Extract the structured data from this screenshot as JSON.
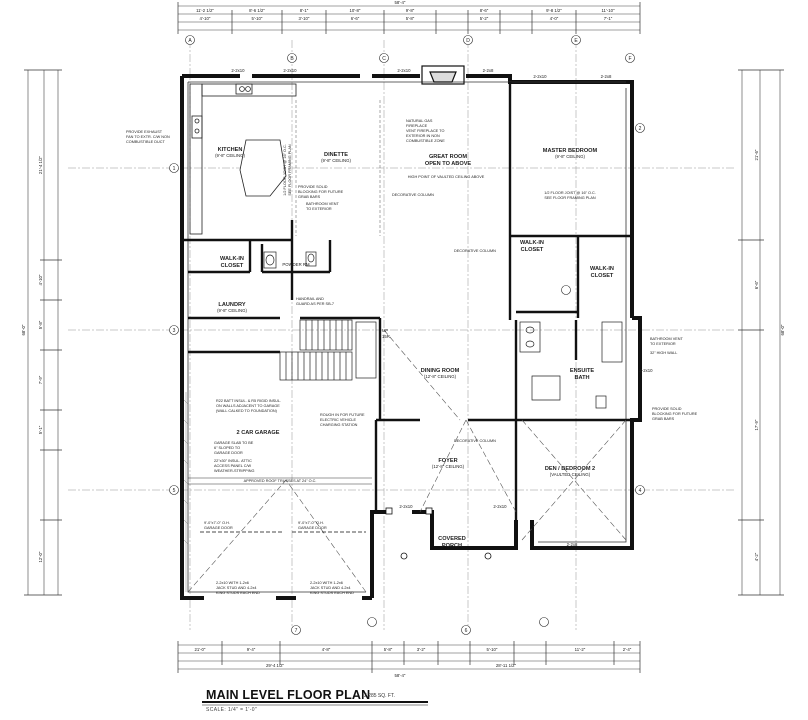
{
  "plan": {
    "title": "MAIN LEVEL FLOOR PLAN",
    "area": "2,285 SQ. FT.",
    "scale": "SCALE: 1/4\" = 1'-0\""
  },
  "rooms": {
    "kitchen": {
      "name": "KITCHEN",
      "ceiling": "(9'-8\" CEILING)"
    },
    "dinette": {
      "name": "DINETTE",
      "ceiling": "(9'-8\" CEILING)"
    },
    "great_room": {
      "name": "GREAT ROOM",
      "ceiling": "OPEN TO ABOVE"
    },
    "master": {
      "name": "MASTER BEDROOM",
      "ceiling": "(9'-8\" CEILING)"
    },
    "walkin_left": {
      "name": "WALK-IN",
      "ceiling": "CLOSET"
    },
    "walkin_mid": {
      "name": "WALK-IN",
      "ceiling": "CLOSET"
    },
    "walkin_right": {
      "name": "WALK-IN",
      "ceiling": "CLOSET"
    },
    "laundry": {
      "name": "LAUNDRY",
      "ceiling": "(9'-8\" CEILING)"
    },
    "garage": {
      "name": "2 CAR GARAGE"
    },
    "dining": {
      "name": "DINING ROOM",
      "ceiling": "(12'-8\" CEILING)"
    },
    "ensuite": {
      "name": "ENSUITE",
      "ceiling": "BATH"
    },
    "den": {
      "name": "DEN / BEDROOM 2",
      "ceiling": "(VAULTED CEILING)"
    },
    "foyer": {
      "name": "FOYER",
      "ceiling": "(12'-8\" CEILING)"
    },
    "porch": {
      "name": "COVERED",
      "ceiling": "PORCH"
    },
    "powder": {
      "name": "POWDER RM"
    }
  },
  "notes": {
    "fireplace": [
      "NATURAL GAS",
      "FIREPLACE",
      "VENT FIREPLACE TO",
      "EXTERIOR IN NON",
      "COMBUSTIBLE ZONE"
    ],
    "exhaust": [
      "PROVIDE EXHAUST",
      "FAN TO EXTR. C/W NON",
      "COMBUSTIBLE DUCT"
    ],
    "floor_joist_kitchen": [
      "1/2 FLOOR JOIST @ 16\" O.C.",
      "SEE FLOOR FRAMING PLAN"
    ],
    "floor_joist_master": [
      "1/2 FLOOR JOIST @ 16\" O.C.",
      "SEE FLOOR FRAMING PLAN"
    ],
    "vaulted": "HIGH POINT OF VAULTED CEILING ABOVE",
    "decorative_column": "DECORATIVE COLUMN",
    "blocking": [
      "PROVIDE SOLID",
      "BLOCKING FOR FUTURE",
      "GRAB BARS"
    ],
    "bath_vent": [
      "BATHROOM VENT",
      "TO EXTERIOR"
    ],
    "handrail": [
      "HANDRAIL AND",
      "GUARD AS PER SB-7"
    ],
    "garage_wall": [
      "R22 BATT INSUL. & R5 RIGID INSUL.",
      "ON WALLS ADJACENT TO GARAGE",
      "(WALL CALKED TO FOUNDATION)"
    ],
    "garage_slab": [
      "GARAGE SLAB TO BE",
      "6\" SLOPED TO",
      "GARAGE DOOR"
    ],
    "attic": [
      "22\"x30\" INSUL. ATTIC",
      "ACCESS PANEL C/W",
      "WEATHER-STRIPPING"
    ],
    "ev": [
      "ROUGH IN FOR FUTURE",
      "ELECTRIC VEHICLE",
      "CHARGING STATION"
    ],
    "trusses": "APPROVED ROOF TRUSSES AT 24\" O.C.",
    "garage_door_left": [
      "9'-0\"x7'-0\" O.H.",
      "GARAGE DOOR"
    ],
    "garage_door_right": [
      "9'-0\"x7'-0\" O.H.",
      "GARAGE DOOR"
    ],
    "lintel_left": [
      "2-2x10 WITH 1-2x6",
      "JACK STUD AND 4-2x4",
      "KING STUDS EACH END"
    ],
    "lintel_right": [
      "2-2x10 WITH 1-2x6",
      "JACK STUD AND 4-2x4",
      "KING STUDS EACH END"
    ],
    "half_wall": "32\" HIGH WALL",
    "up_label": "UP",
    "up_count": "15R"
  },
  "dimensions": {
    "overall_top": "58'-4\"",
    "overall_bottom": "58'-4\"",
    "top_row": [
      "11'-2 1/2\"",
      "8'-6 1/2\"",
      "8'-1\"",
      "10'-8\"",
      "9'-8\"",
      "8'-6\"",
      "9'-8 1/2\"",
      "11'-10\""
    ],
    "top_row2": [
      "4'-10\"",
      "5'-10\"",
      "3'-10\"",
      "6'-6\"",
      "5'-8\"",
      "5'-2\"",
      "4'-0\"",
      "7'-1\""
    ],
    "bottom_row": [
      "21'-0\"",
      "9'-4\"",
      "4'-8\"",
      "5'-8\"",
      "3'-2\"",
      "5'-10\"",
      "11'-2\"",
      "2'-4\""
    ],
    "bottom_row2": [
      "29'-4 1/2\"",
      "28'-11 1/2\""
    ],
    "left_col": [
      "21'-4 1/2\"",
      "4'-10\"",
      "5'-8\"",
      "7'-9\"",
      "5'-1\"",
      "12'-0\""
    ],
    "left_overall": "68'-0\"",
    "right_col": [
      "21'-6\"",
      "6'-6\"",
      "17'-9\"",
      "4'-2\""
    ],
    "right_overall": "68'-0\"",
    "openings": [
      "2-2x10",
      "2-2x10",
      "2-2x10",
      "2-2x8",
      "2-2x10",
      "2-2x8",
      "2-2x10",
      "2-2x10",
      "2-2x8",
      "2-2x10"
    ]
  },
  "tags": [
    "A",
    "B",
    "C",
    "D",
    "E",
    "F",
    "1",
    "2",
    "3",
    "4",
    "5",
    "6",
    "7"
  ]
}
